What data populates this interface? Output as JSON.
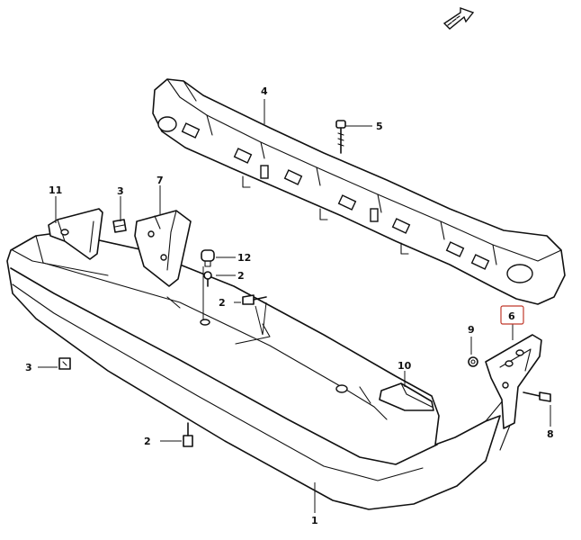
{
  "callouts": {
    "c1": "1",
    "c2a": "2",
    "c2b": "2",
    "c2c": "2",
    "c3a": "3",
    "c3b": "3",
    "c4": "4",
    "c5": "5",
    "c6": "6",
    "c7": "7",
    "c8": "8",
    "c9": "9",
    "c10": "10",
    "c11": "11",
    "c12": "12"
  },
  "highlight_color": "#c0392b",
  "icons": {
    "direction": "front-direction-arrow-icon"
  }
}
